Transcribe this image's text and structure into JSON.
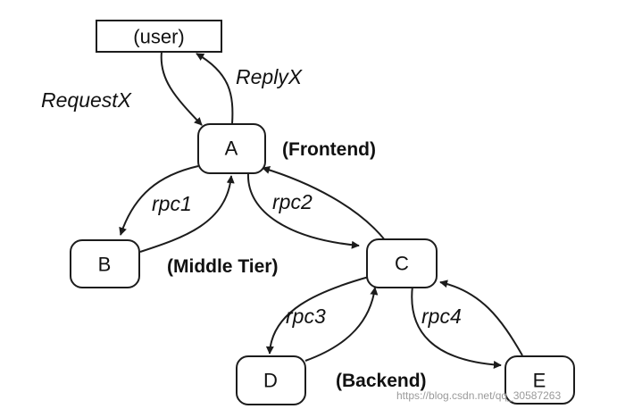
{
  "nodes": {
    "user": "(user)",
    "a": "A",
    "b": "B",
    "c": "C",
    "d": "D",
    "e": "E"
  },
  "edge_labels": {
    "request": "RequestX",
    "reply": "ReplyX",
    "rpc1": "rpc1",
    "rpc2": "rpc2",
    "rpc3": "rpc3",
    "rpc4": "rpc4"
  },
  "tiers": {
    "frontend": "(Frontend)",
    "middle": "(Middle Tier)",
    "backend": "(Backend)"
  },
  "watermark": "https://blog.csdn.net/qq_30587263",
  "colors": {
    "stroke": "#1c1c1c",
    "text": "#111111",
    "watermark": "#9a9a9a",
    "background": "#ffffff"
  }
}
